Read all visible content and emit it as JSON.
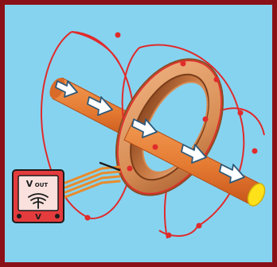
{
  "meter": {
    "label_main": "V",
    "label_sub": "OUT",
    "unit_label": "V"
  },
  "colors": {
    "background": "#86d3f0",
    "frame": "#8b1118",
    "conductor": "#e87a33",
    "conductor_dark": "#c85a1b",
    "conductor_end": "#ffe11a",
    "field_lines": "#e02b2b",
    "toroid_outer": "#e8a06f",
    "toroid_inner": "#b5632e",
    "meter_body": "#e43b3d",
    "meter_face": "#fbe1de",
    "leads": "#e88b2d"
  },
  "icons": {
    "current_arrows": "arrow-right-icon",
    "sensor_symbol": "wireless-signal-icon"
  }
}
